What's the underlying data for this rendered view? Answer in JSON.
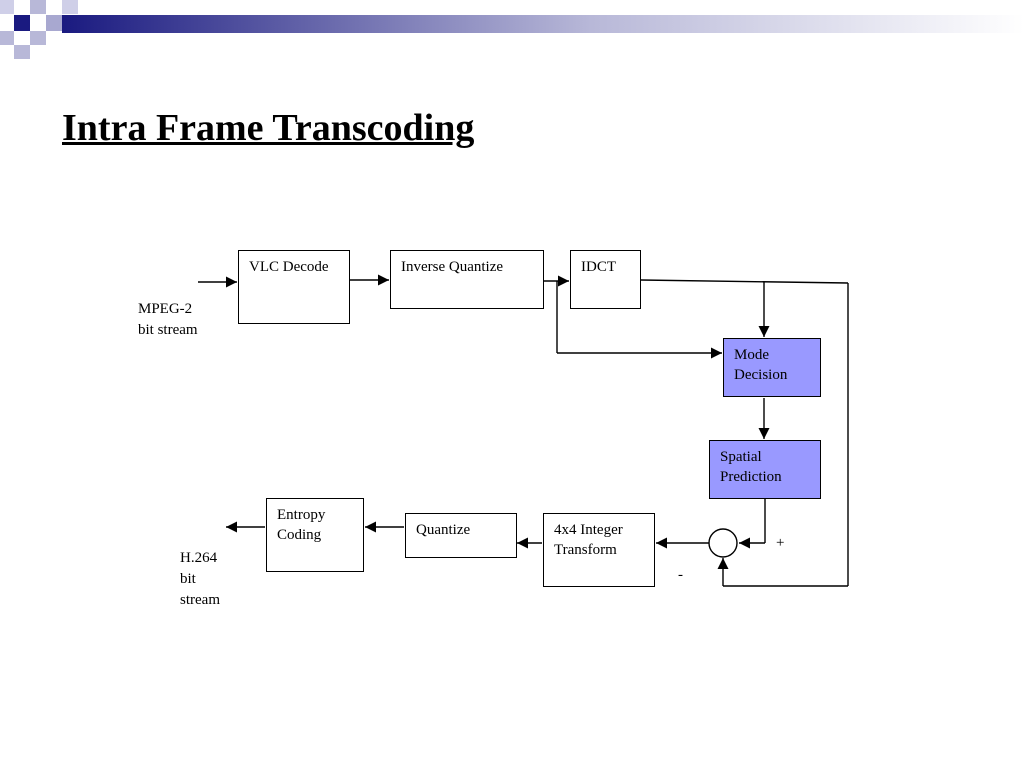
{
  "slide": {
    "title": "Intra Frame Transcoding"
  },
  "diagram": {
    "blocks": {
      "vlc_decode": "VLC Decode",
      "inverse_quantize": "Inverse Quantize",
      "idct": "IDCT",
      "mode_decision": [
        "Mode",
        "Decision"
      ],
      "spatial_prediction": [
        "Spatial",
        "Prediction"
      ],
      "integer_transform": [
        "4x4 Integer",
        "Transform"
      ],
      "quantize": "Quantize",
      "entropy_coding": [
        "Entropy",
        "Coding"
      ]
    },
    "input_label": [
      "MPEG-2",
      "bit stream"
    ],
    "output_label": [
      "H.264",
      "bit",
      "stream"
    ],
    "adder_plus": "+",
    "adder_minus": "-",
    "highlight_color": "#9999ff"
  }
}
